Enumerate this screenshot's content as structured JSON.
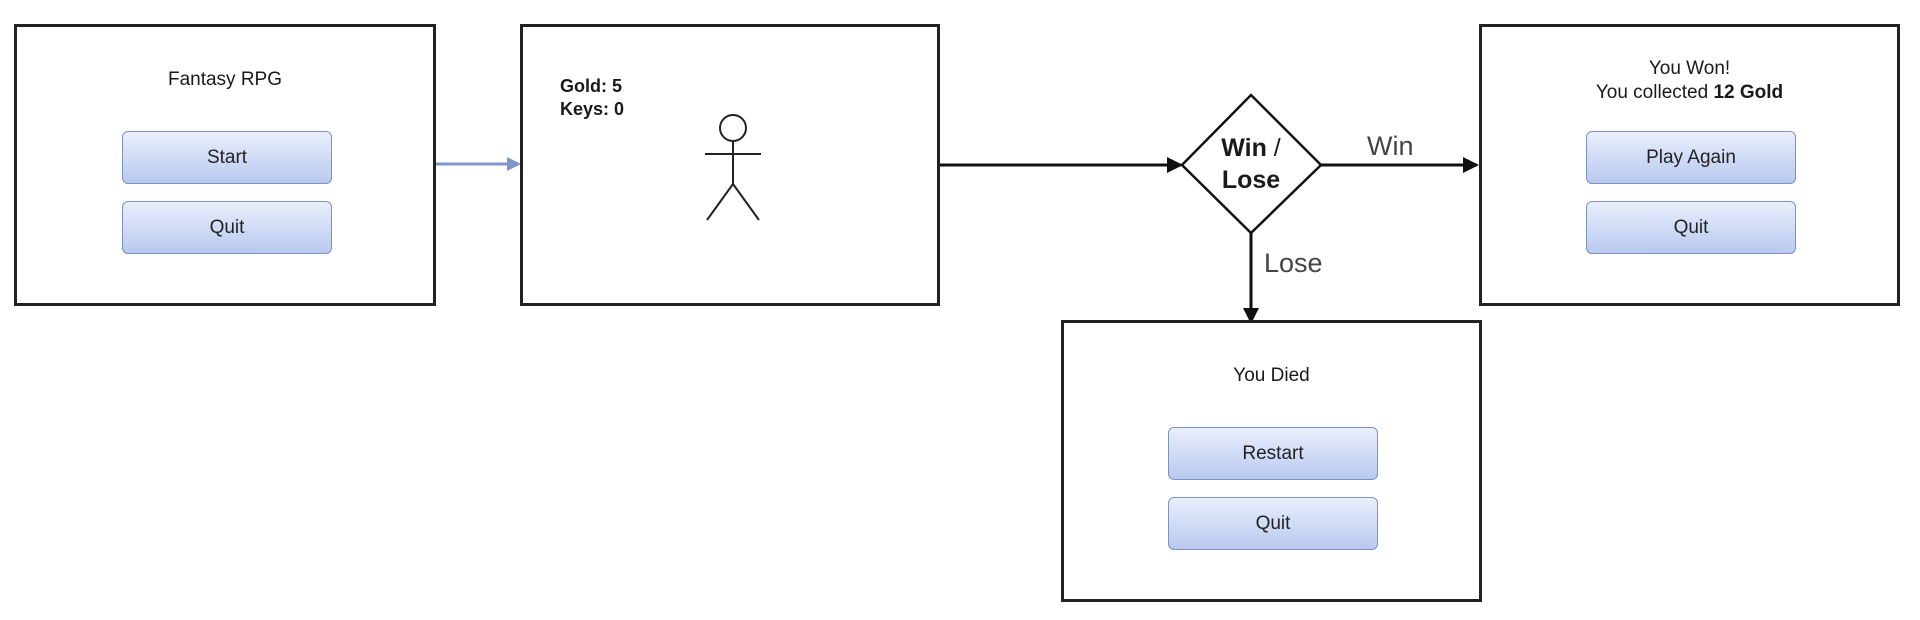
{
  "title_screen": {
    "title": "Fantasy RPG",
    "start_label": "Start",
    "quit_label": "Quit"
  },
  "game_screen": {
    "gold_text": "Gold: 5",
    "keys_text": "Keys: 0",
    "player_icon": "stick-figure-icon"
  },
  "decision": {
    "win_text": "Win",
    "slash_text": "/",
    "lose_text": "Lose"
  },
  "edges": {
    "win_label": "Win",
    "lose_label": "Lose"
  },
  "win_screen": {
    "line1": "You Won!",
    "line2_prefix": "You collected ",
    "line2_bold": "12 Gold",
    "play_again_label": "Play Again",
    "quit_label": "Quit"
  },
  "lose_screen": {
    "title": "You Died",
    "restart_label": "Restart",
    "quit_label": "Quit"
  },
  "colors": {
    "button_border": "#7d93c6",
    "button_top": "#e9effc",
    "button_bottom": "#b9c9ef",
    "start_connector": "#7f96c8",
    "frame_border": "#222222"
  }
}
